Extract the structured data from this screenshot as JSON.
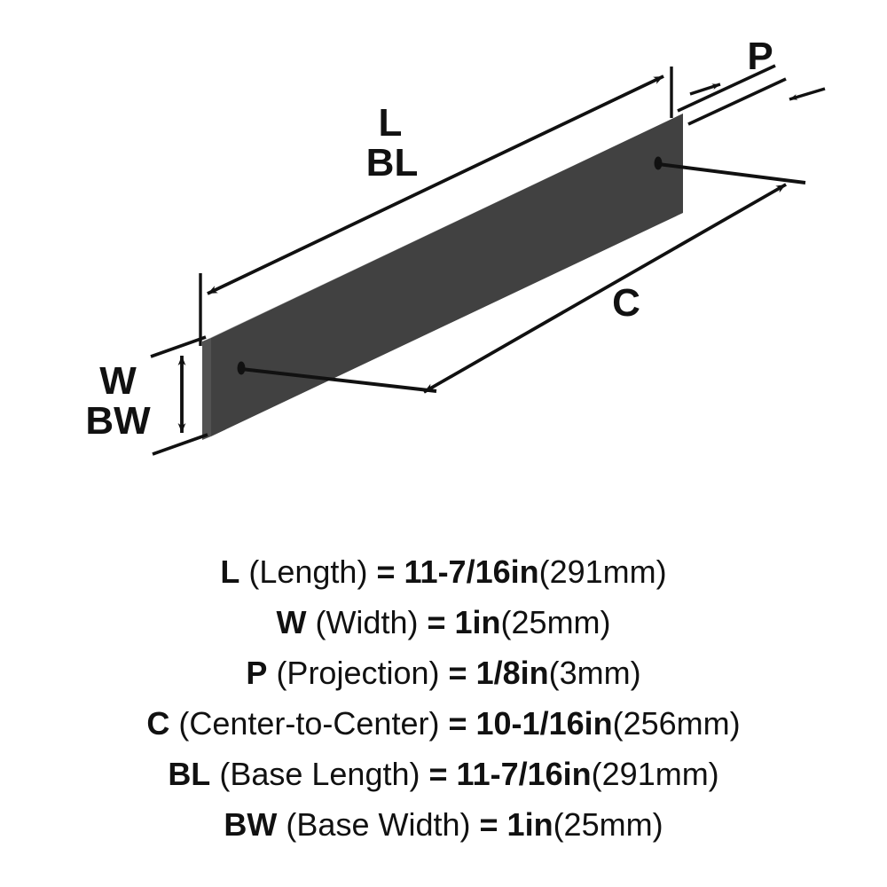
{
  "diagram": {
    "title_labels": {
      "length": "L",
      "base_length": "BL",
      "width": "W",
      "base_width": "BW",
      "projection": "P",
      "center_to_center": "C"
    },
    "colors": {
      "bar_face": "#414141",
      "bar_top_bevel": "#c9c9c9",
      "bar_end_cap": "#4d4d4d",
      "line": "#111111",
      "background": "#ffffff"
    }
  },
  "specs": [
    {
      "symbol": "L",
      "name": "(Length)",
      "equals": "=",
      "value": "11-7/16in",
      "metric": "(291mm)"
    },
    {
      "symbol": "W",
      "name": "(Width)",
      "equals": "=",
      "value": "1in",
      "metric": "(25mm)"
    },
    {
      "symbol": "P",
      "name": "(Projection)",
      "equals": "=",
      "value": "1/8in",
      "metric": "(3mm)"
    },
    {
      "symbol": "C",
      "name": "(Center-to-Center)",
      "equals": "=",
      "value": "10-1/16in",
      "metric": "(256mm)"
    },
    {
      "symbol": "BL",
      "name": "(Base Length)",
      "equals": "=",
      "value": "11-7/16in",
      "metric": "(291mm)"
    },
    {
      "symbol": "BW",
      "name": "(Base Width)",
      "equals": "=",
      "value": "1in",
      "metric": "(25mm)"
    }
  ]
}
